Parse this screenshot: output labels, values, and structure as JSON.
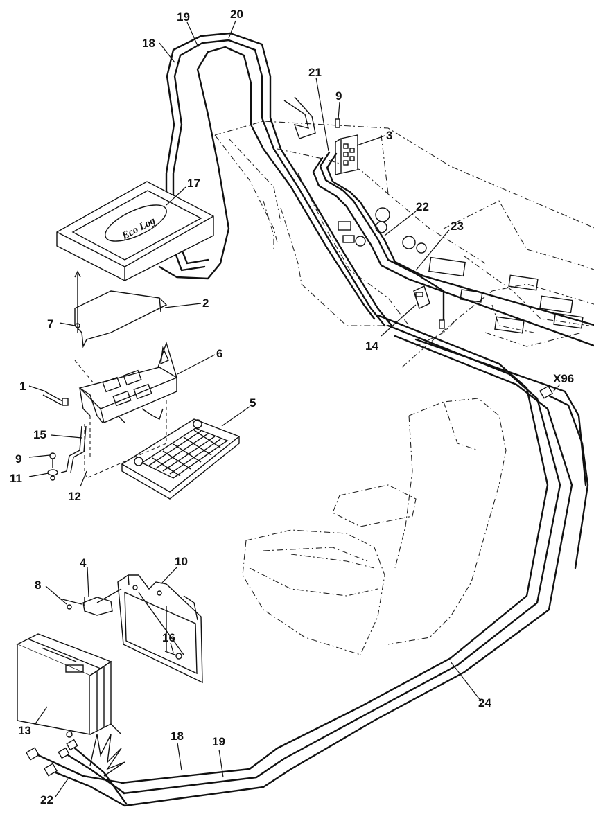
{
  "logo": {
    "text": "Eco Log"
  },
  "labels": {
    "l1": "1",
    "l2": "2",
    "l3": "3",
    "l4": "4",
    "l5": "5",
    "l6": "6",
    "l7": "7",
    "l8": "8",
    "l9a": "9",
    "l9b": "9",
    "l10": "10",
    "l11": "11",
    "l12": "12",
    "l13": "13",
    "l14": "14",
    "l15": "15",
    "l16": "16",
    "l17": "17",
    "l18a": "18",
    "l18b": "18",
    "l19a": "19",
    "l19b": "19",
    "l20": "20",
    "l21": "21",
    "l22a": "22",
    "l22b": "22",
    "l23": "23",
    "l24": "24",
    "x96": "X96"
  }
}
